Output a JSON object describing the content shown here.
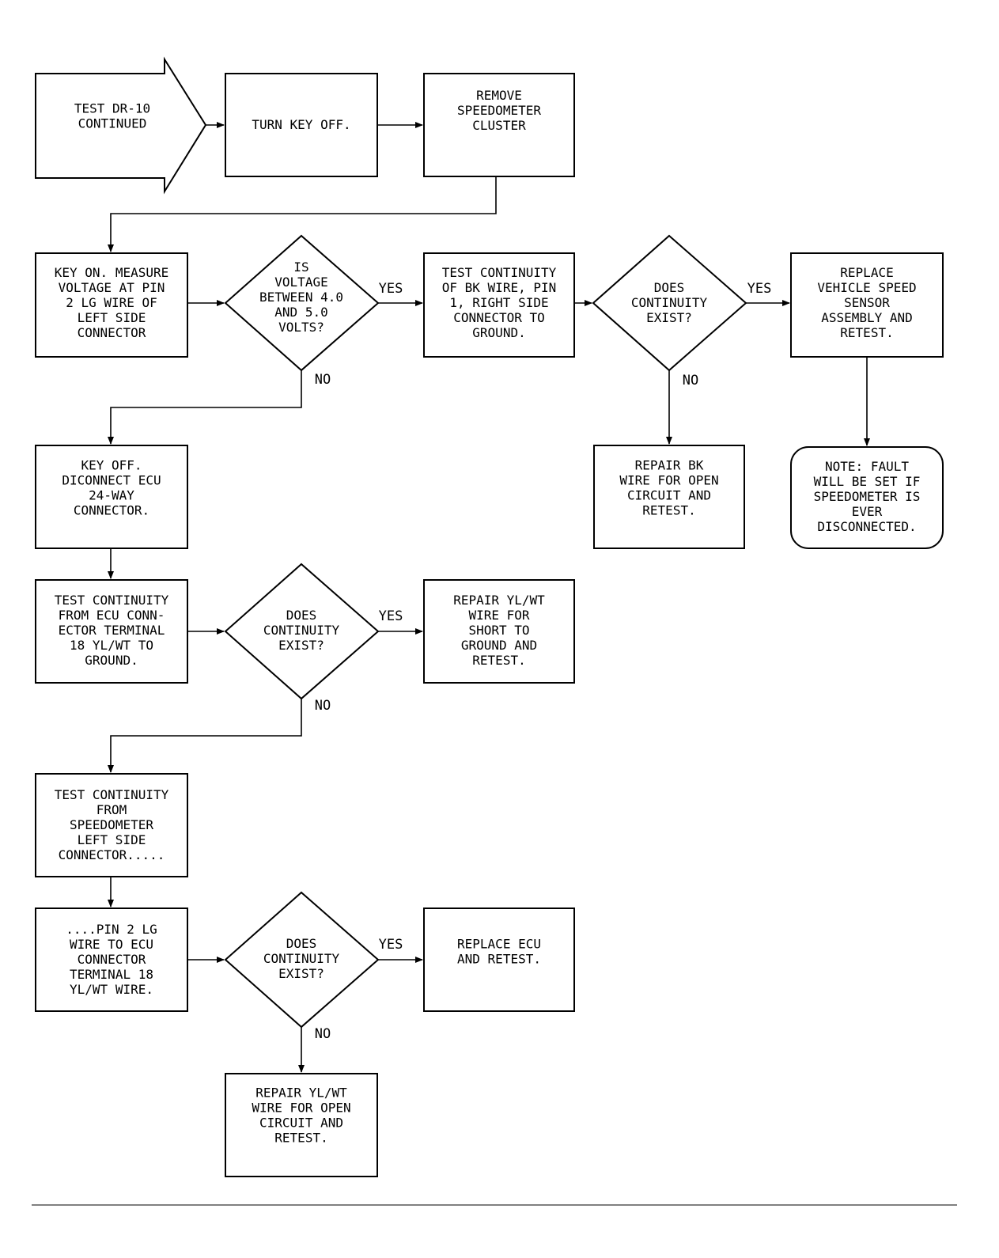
{
  "nodes": {
    "start": [
      "TEST DR-10",
      "CONTINUED"
    ],
    "turn_key_off": [
      "TURN KEY OFF."
    ],
    "remove_cluster": [
      "REMOVE",
      "SPEEDOMETER",
      "CLUSTER"
    ],
    "measure_voltage": [
      "KEY ON. MEASURE",
      "VOLTAGE AT PIN",
      "2 LG WIRE OF",
      "LEFT SIDE",
      "CONNECTOR"
    ],
    "is_voltage": [
      "IS",
      "VOLTAGE",
      "BETWEEN 4.0",
      "AND 5.0",
      "VOLTS?"
    ],
    "test_bk": [
      "TEST CONTINUITY",
      "OF BK WIRE, PIN",
      "1, RIGHT SIDE",
      "CONNECTOR TO",
      "GROUND."
    ],
    "cont_exist_1": [
      "DOES",
      "CONTINUITY",
      "EXIST?"
    ],
    "replace_vss": [
      "REPLACE",
      "VEHICLE SPEED",
      "SENSOR",
      "ASSEMBLY AND",
      "RETEST."
    ],
    "repair_bk": [
      "REPAIR BK",
      "WIRE FOR OPEN",
      "CIRCUIT AND",
      "RETEST."
    ],
    "note_fault": [
      "NOTE: FAULT",
      "WILL BE SET IF",
      "SPEEDOMETER IS",
      "EVER",
      "DISCONNECTED."
    ],
    "disconnect_ecu": [
      "KEY OFF.",
      "DICONNECT ECU",
      "24-WAY",
      "CONNECTOR."
    ],
    "test_ecu_18": [
      "TEST CONTINUITY",
      "FROM ECU CONN-",
      "ECTOR TERMINAL",
      "18 YL/WT TO",
      "GROUND."
    ],
    "cont_exist_2": [
      "DOES",
      "CONTINUITY",
      "EXIST?"
    ],
    "repair_short": [
      "REPAIR YL/WT",
      "WIRE FOR",
      "SHORT TO",
      "GROUND AND",
      "RETEST."
    ],
    "test_speedo": [
      "TEST CONTINUITY",
      "FROM",
      "SPEEDOMETER",
      "LEFT SIDE",
      "CONNECTOR....."
    ],
    "pin2_to_ecu": [
      "....PIN 2 LG",
      "WIRE TO ECU",
      "CONNECTOR",
      "TERMINAL 18",
      "YL/WT WIRE."
    ],
    "cont_exist_3": [
      "DOES",
      "CONTINUITY",
      "EXIST?"
    ],
    "replace_ecu": [
      "REPLACE ECU",
      "AND RETEST."
    ],
    "repair_open": [
      "REPAIR YL/WT",
      "WIRE FOR OPEN",
      "CIRCUIT AND",
      "RETEST."
    ]
  },
  "labels": {
    "yes": "YES",
    "no": "NO"
  }
}
